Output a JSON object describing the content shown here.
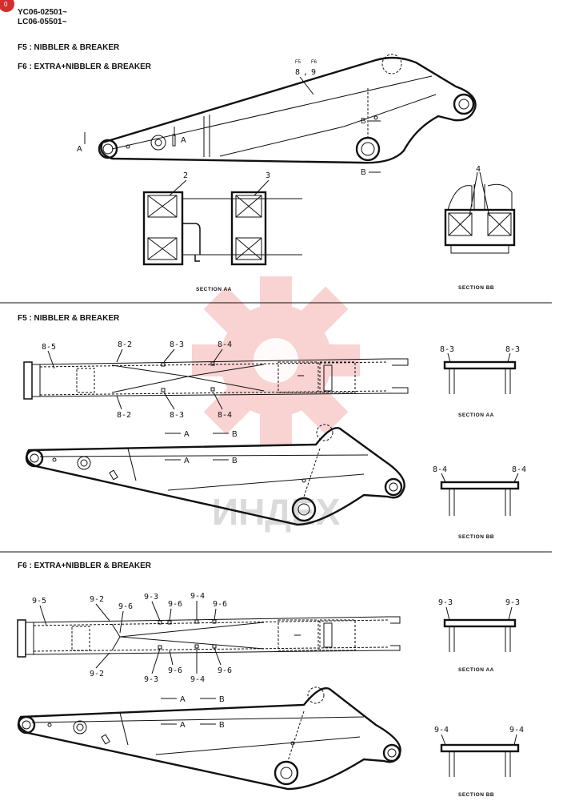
{
  "header": {
    "serial_1": "YC06-02501~",
    "serial_2": "LC06-05501~",
    "badge": "0"
  },
  "top": {
    "legend_f5": "F5 : NIBBLER & BREAKER",
    "legend_f6": "F6 : EXTRA+NIBBLER & BREAKER",
    "code_f5": "F5",
    "code_f6": "F6",
    "part_f5": "8",
    "part_f6": "9",
    "part_sep": ",",
    "arrow_a": "A",
    "arrow_b": "B",
    "callout_2": "2",
    "callout_3": "3",
    "callout_4": "4",
    "section_aa": "SECTION AA",
    "section_bb": "SECTION BB"
  },
  "f5": {
    "title": "F5 : NIBBLER & BREAKER",
    "l_8_5": "8-5",
    "l_8_2": "8-2",
    "l_8_3": "8-3",
    "l_8_4": "8-4",
    "arrow_a": "A",
    "arrow_b": "B",
    "section_aa": "SECTION AA",
    "section_bb": "SECTION BB"
  },
  "f6": {
    "title": "F6 : EXTRA+NIBBLER & BREAKER",
    "l_9_5": "9-5",
    "l_9_2": "9-2",
    "l_9_3": "9-3",
    "l_9_4": "9-4",
    "l_9_6": "9-6",
    "arrow_a": "A",
    "arrow_b": "B",
    "section_aa": "SECTION AA",
    "section_bb": "SECTION BB"
  },
  "watermark": {
    "text": "ИНДЕХ",
    "color": "#e53935"
  }
}
